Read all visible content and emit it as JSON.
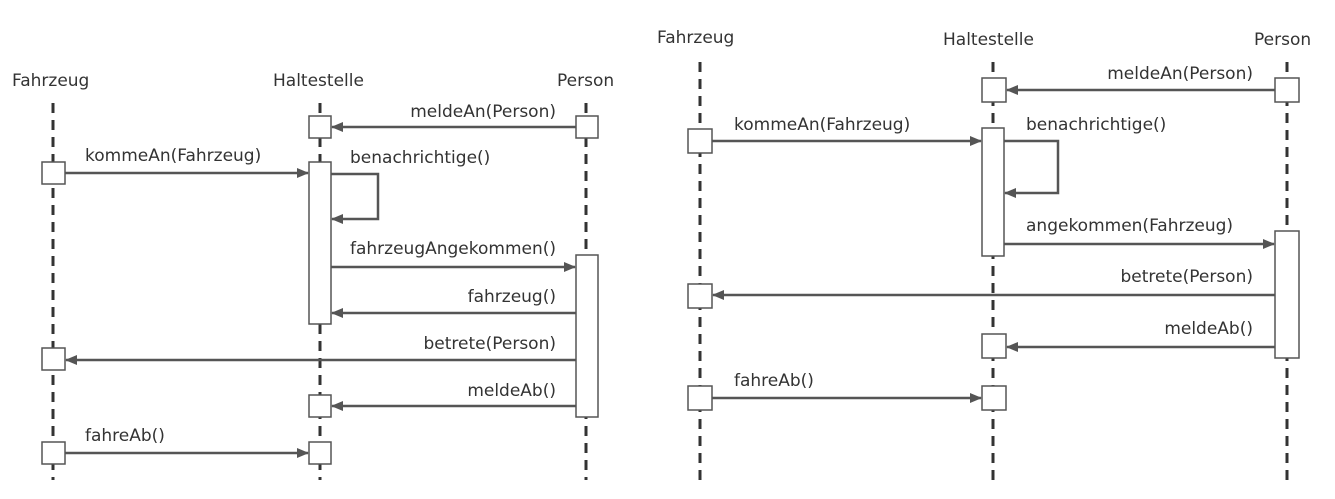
{
  "diagrams": [
    {
      "participants": [
        "Fahrzeug",
        "Haltestelle",
        "Person"
      ],
      "messages": [
        "meldeAn(Person)",
        "kommeAn(Fahrzeug)",
        "benachrichtige()",
        "fahrzeugAngekommen()",
        "fahrzeug()",
        "betrete(Person)",
        "meldeAb()",
        "fahreAb()"
      ]
    },
    {
      "participants": [
        "Fahrzeug",
        "Haltestelle",
        "Person"
      ],
      "messages": [
        "meldeAn(Person)",
        "kommeAn(Fahrzeug)",
        "benachrichtige()",
        "angekommen(Fahrzeug)",
        "betrete(Person)",
        "meldeAb()",
        "fahreAb()"
      ]
    }
  ]
}
